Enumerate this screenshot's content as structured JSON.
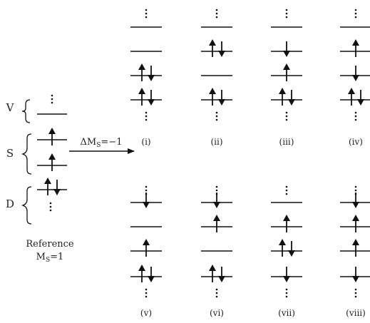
{
  "reference": {
    "groups": [
      {
        "name": "V",
        "levels": [
          []
        ]
      },
      {
        "name": "S",
        "levels": [
          [
            "up"
          ],
          [
            "up"
          ]
        ]
      },
      {
        "name": "D",
        "levels": [
          [
            "up",
            "down"
          ]
        ]
      }
    ],
    "caption_line1": "Reference",
    "caption_line2_base": "M",
    "caption_line2_sub": "S",
    "caption_line2_rest": "=1"
  },
  "transition": {
    "label_base": "ΔM",
    "label_sub": "S",
    "label_rest": "=−1"
  },
  "configurations": [
    {
      "label": "(i)",
      "levels": [
        [],
        [],
        [
          "up",
          "down"
        ],
        [
          "up",
          "down"
        ]
      ],
      "dots_top": true,
      "dots_bottom": true
    },
    {
      "label": "(ii)",
      "levels": [
        [],
        [
          "up",
          "down"
        ],
        [],
        [
          "up",
          "down"
        ]
      ],
      "dots_top": true,
      "dots_bottom": true
    },
    {
      "label": "(iii)",
      "levels": [
        [],
        [
          "down"
        ],
        [
          "up"
        ],
        [
          "up",
          "down"
        ]
      ],
      "dots_top": true,
      "dots_bottom": true
    },
    {
      "label": "(iv)",
      "levels": [
        [],
        [
          "up"
        ],
        [
          "down"
        ],
        [
          "up",
          "down"
        ]
      ],
      "dots_top": true,
      "dots_bottom": true
    },
    {
      "label": "(v)",
      "levels": [
        [
          "down"
        ],
        [],
        [
          "up"
        ],
        [
          "up",
          "down"
        ]
      ],
      "dots_top": true,
      "dots_bottom": true
    },
    {
      "label": "(vi)",
      "levels": [
        [
          "down"
        ],
        [
          "up"
        ],
        [],
        [
          "up",
          "down"
        ]
      ],
      "dots_top": true,
      "dots_bottom": true
    },
    {
      "label": "(vii)",
      "levels": [
        [],
        [
          "up"
        ],
        [
          "up",
          "down"
        ],
        [
          "down"
        ]
      ],
      "dots_top": true,
      "dots_bottom": true
    },
    {
      "label": "(viii)",
      "levels": [
        [
          "down"
        ],
        [
          "up"
        ],
        [
          "up"
        ],
        [
          "down"
        ]
      ],
      "dots_top": true,
      "dots_bottom": true
    }
  ]
}
